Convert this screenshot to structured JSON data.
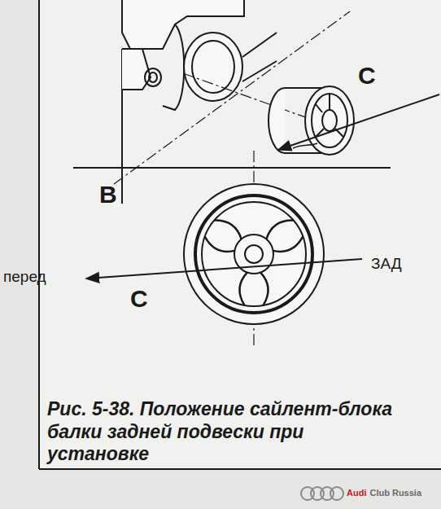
{
  "diagram": {
    "caption": "Рис. 5-38. Положение сайлент-блока балки задней подвески при установке",
    "labels": [
      "B",
      "C",
      "C",
      "перед",
      "ЗАД",
      "Audi",
      "Club Russia"
    ]
  }
}
